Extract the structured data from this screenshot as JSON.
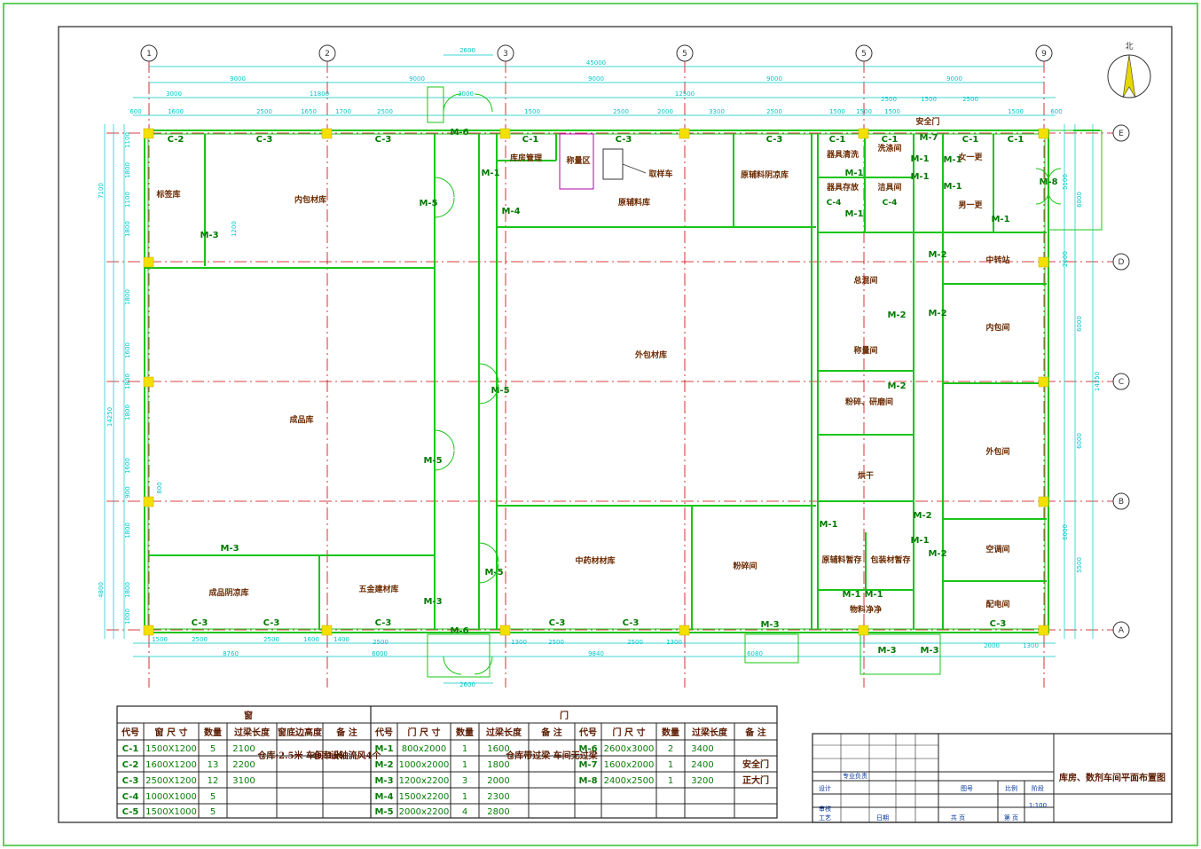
{
  "axes": {
    "columns": [
      "1",
      "2",
      "3",
      "5",
      "5",
      "9"
    ],
    "rows": [
      "E",
      "D",
      "C",
      "B",
      "A"
    ]
  },
  "north": "北",
  "top_dims": {
    "overall": "45000",
    "bays": [
      "9000",
      "9000",
      "9000",
      "9000",
      "9000"
    ],
    "mid_row": [
      "3000",
      "11800",
      "3000",
      "12500",
      "2600"
    ],
    "segments": [
      "600",
      "1600",
      "2500",
      "1650",
      "1700",
      "2500",
      "1500",
      "2500",
      "2000",
      "3300",
      "2500",
      "1500",
      "1500",
      "1500",
      "2500",
      "1500",
      "2500",
      "1500",
      "600"
    ]
  },
  "left_dims": {
    "overall": "14250",
    "top": "7100",
    "bottom": "4800",
    "segments": [
      "1100",
      "1800",
      "1100",
      "1800",
      "1800",
      "1600",
      "1800",
      "1800",
      "1600",
      "1800",
      "900",
      "800",
      "1200",
      "1800",
      "1000"
    ]
  },
  "bottom_dims": [
    "1500",
    "2500",
    "2500",
    "1600",
    "1400",
    "2500",
    "1300",
    "2500",
    "2500",
    "1300",
    "2000",
    "1300"
  ],
  "bottom_totals": [
    "8760",
    "6000",
    "9840",
    "6080"
  ],
  "right_dims": [
    "5100",
    "6000",
    "2600",
    "6000",
    "14250",
    "6000",
    "6000",
    "5500"
  ],
  "rooms": {
    "label_store": "标签库",
    "inner_pack_store": "内包材库",
    "finished_store": "成品库",
    "finished_cool_store": "成品阴凉库",
    "hardware_store": "五金建材库",
    "store_mgmt": "库房管理",
    "weigh_zone": "称量区",
    "sampling_cart": "取样车",
    "aux_store": "原辅料库",
    "aux_cool_store": "原辅料阴凉库",
    "outer_pack_store": "外包材库",
    "herb_store": "中药材材库",
    "crush_room": "粉碎间",
    "tool_wash": "器具清洗",
    "wash_room": "洗涤间",
    "tool_store": "器具存放",
    "clean_room": "洁具间",
    "change1_f": "女一更",
    "change1_m": "男一更",
    "corridor": "中转站",
    "sterilize": "总混间",
    "weigh_room": "称量间",
    "crush_sieve": "粉碎、研磨间",
    "inner_pack": "内包间",
    "outer_pack": "外包间",
    "dry": "烘干",
    "aux_temp": "原辅料暂存",
    "pack_temp": "包装材暂存",
    "material_clean": "物料净净",
    "ac_room": "空调间",
    "power_room": "配电间",
    "safety_door": "安全门"
  },
  "tags": {
    "windows": [
      "C-1",
      "C-2",
      "C-3",
      "C-4",
      "C-5"
    ],
    "doors": [
      "M-1",
      "M-2",
      "M-3",
      "M-4",
      "M-5",
      "M-6",
      "M-7",
      "M-8"
    ]
  },
  "schedule": {
    "window_title": "窗",
    "door_title": "门",
    "window_headers": [
      "代号",
      "窗 尺 寸",
      "数量",
      "过梁长度",
      "窗底边高度",
      "备 注"
    ],
    "door_headers": [
      "代号",
      "门 尺 寸",
      "数量",
      "过梁长度",
      "备 注",
      "代号",
      "门 尺 寸",
      "数量",
      "过梁长度",
      "备 注"
    ],
    "window_rows": [
      [
        "C-1",
        "1500X1200",
        "5",
        "2100"
      ],
      [
        "C-2",
        "1600X1200",
        "13",
        "2200"
      ],
      [
        "C-3",
        "2500X1200",
        "12",
        "3100"
      ],
      [
        "C-4",
        "1000X1000",
        "5",
        ""
      ],
      [
        "C-5",
        "1500X1000",
        "5",
        ""
      ]
    ],
    "window_sill_note": "仓库:2.5米 车间:1米",
    "window_note": "仓库设轴流风4个",
    "door_rows_left": [
      [
        "M-1",
        "800x2000",
        "1",
        "1600"
      ],
      [
        "M-2",
        "1000x2000",
        "1",
        "1800"
      ],
      [
        "M-3",
        "1200x2200",
        "3",
        "2000"
      ],
      [
        "M-4",
        "1500x2200",
        "1",
        "2300"
      ],
      [
        "M-5",
        "2000x2200",
        "4",
        "2800"
      ]
    ],
    "door_note_left": "仓库带过梁 车间无过梁",
    "door_rows_right": [
      [
        "M-6",
        "2600x3000",
        "2",
        "3400",
        ""
      ],
      [
        "M-7",
        "1600x2000",
        "1",
        "2400",
        "安全门"
      ],
      [
        "M-8",
        "2400x2500",
        "1",
        "3200",
        "正大门"
      ]
    ]
  },
  "title_block": {
    "title": "库房、数剂车间平面布置图",
    "scale": "1:100",
    "cells": [
      "设计",
      "审核",
      "工艺",
      "专业负责",
      "图号",
      "比例",
      "阶段",
      "日期",
      "共 页",
      "第 页"
    ]
  }
}
